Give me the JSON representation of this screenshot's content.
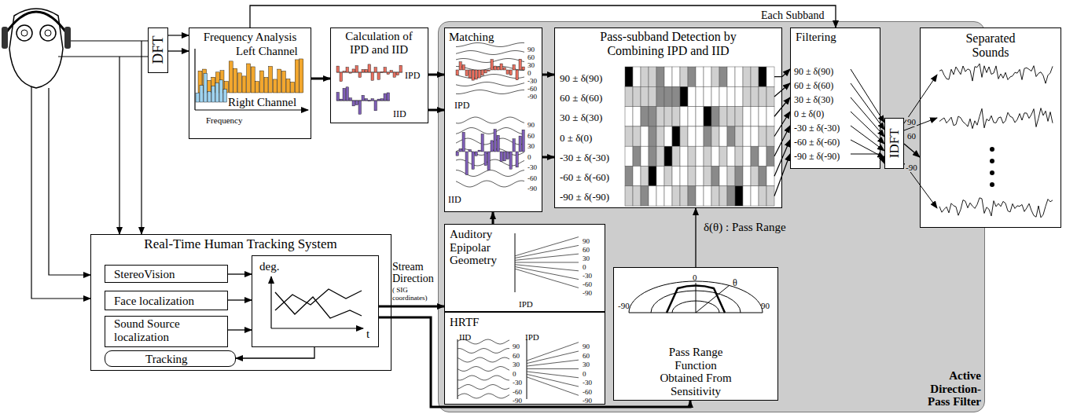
{
  "diagram": {
    "nodes": [
      {
        "text": [
          "DFT"
        ]
      },
      {
        "text": [
          "Frequency Analysis",
          "Left Channel",
          "Right Channel",
          "Frequency"
        ]
      },
      {
        "text": [
          "Calculation of IPD and IID",
          "IPD",
          "IID"
        ]
      },
      {
        "text": [
          "Active Direction-Pass Filter"
        ]
      },
      {
        "text": [
          "Matching",
          "IPD",
          "IID"
        ],
        "in": 3
      },
      {
        "text": [
          "Pass-subband Detection by Combining IPD and IID",
          "90 ± δ(90)",
          "60 ± δ(60)",
          "30 ± δ(30)",
          "0 ± δ(0)",
          "-30 ± δ(-30)",
          "-60 ± δ(-60)",
          "-90 ± δ(-90)"
        ],
        "in": 3
      },
      {
        "text": [
          "Filtering",
          "90 ± δ(90)",
          "60 ± δ(60)",
          "30 ± δ(30)",
          "0 ± δ(0)",
          "-30 ± δ(-30)",
          "-60 ± δ(-60)",
          "-90 ± δ(-90)"
        ],
        "in": 3
      },
      {
        "text": [
          "IDFT"
        ],
        "in": 3
      },
      {
        "text": [
          "Auditory Epipolar Geometry",
          "IPD"
        ],
        "in": 3
      },
      {
        "text": [
          "HRTF",
          "IID",
          "IPD"
        ],
        "in": 3
      },
      {
        "text": [
          "Pass Range Function Obtained From Sensitivity",
          "0",
          "θ",
          "-90",
          "90"
        ],
        "in": 3
      },
      {
        "text": [
          "Separated Sounds"
        ]
      },
      {
        "text": [
          "Real-Time Human Tracking System"
        ]
      },
      {
        "text": [
          "StereoVision"
        ],
        "in": 12
      },
      {
        "text": [
          "Face localization"
        ],
        "in": 12
      },
      {
        "text": [
          "Sound Source localization"
        ],
        "in": 12
      },
      {
        "text": [
          "deg.",
          "t"
        ],
        "in": 12
      },
      {
        "text": [
          "Tracking"
        ],
        "in": 12
      }
    ],
    "edges": [
      {
        "from": 0,
        "to": 1,
        "arrow": "to"
      },
      {
        "from": 1,
        "to": 2,
        "arrow": "to"
      },
      {
        "from": 2,
        "to": 4,
        "arrow": "to"
      },
      {
        "from": 2,
        "to": 4,
        "arrow": "to"
      },
      {
        "from": 4,
        "to": 5,
        "arrow": "to"
      },
      {
        "from": 4,
        "to": 5,
        "arrow": "to"
      },
      {
        "from": 1,
        "to": 6,
        "label": "Each Subband",
        "arrow": "to"
      },
      {
        "from": 5,
        "to": 6,
        "arrow": "to"
      },
      {
        "from": 6,
        "to": 7,
        "arrow": "to"
      },
      {
        "from": 7,
        "to": 11,
        "arrow": "to"
      },
      {
        "from": 13,
        "to": 16,
        "arrow": "to"
      },
      {
        "from": 14,
        "to": 16,
        "arrow": "to"
      },
      {
        "from": 15,
        "to": 16,
        "arrow": "to"
      },
      {
        "from": 16,
        "to": 17,
        "arrow": "to"
      },
      {
        "from": 16,
        "to": 8,
        "label": "Stream Direction",
        "arrow": "to"
      },
      {
        "from": 16,
        "to": 10,
        "arrow": "to"
      },
      {
        "from": 8,
        "to": 4,
        "arrow": "to"
      },
      {
        "from": 10,
        "to": 5,
        "label": "δ(θ) : Pass Range",
        "arrow": "to"
      }
    ],
    "labels": [
      "( SIG coordinates)",
      "90",
      "60",
      "30",
      "0",
      "-30",
      "-60",
      "-90",
      "90",
      "60",
      "30",
      "0",
      "-30",
      "-60",
      "-90",
      "90",
      "60",
      "30",
      "0",
      "-30",
      "-60",
      "-90",
      "90",
      "60",
      "30",
      "0",
      "-30",
      "-60",
      "-90",
      "90",
      "60",
      "30",
      "0",
      "-30",
      "-60",
      "-90",
      "90",
      "60",
      "-90"
    ]
  }
}
